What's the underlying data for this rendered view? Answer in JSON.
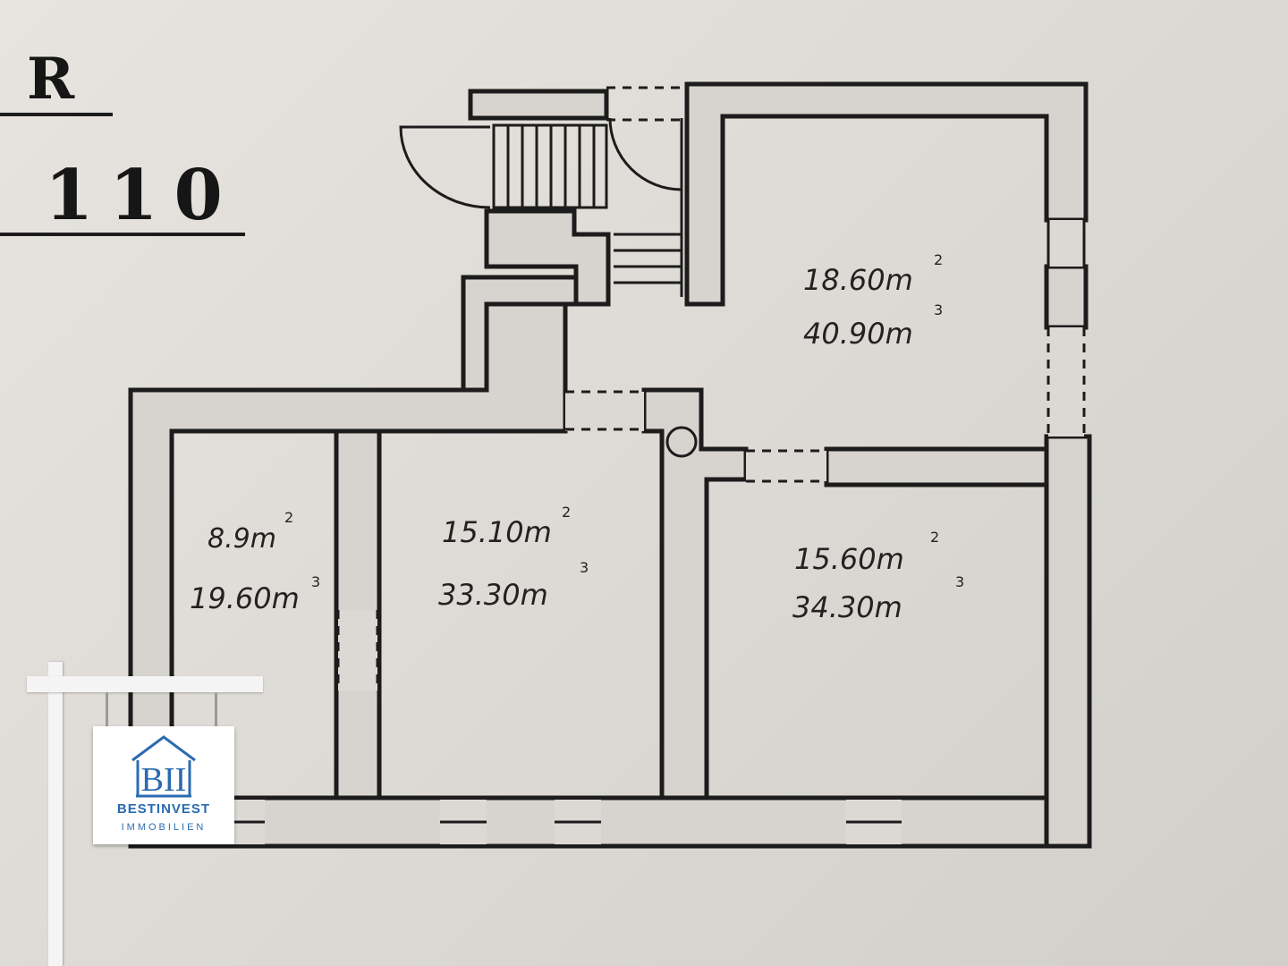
{
  "header": {
    "letter": "R",
    "number": "110"
  },
  "rooms": [
    {
      "id": "top-right",
      "area": "18.60m",
      "area_unit": "2",
      "volume": "40.90m",
      "volume_unit": "3"
    },
    {
      "id": "left",
      "area": "8.9m",
      "area_unit": "2",
      "volume": "19.60m",
      "volume_unit": "3"
    },
    {
      "id": "middle",
      "area": "15.10m",
      "area_unit": "2",
      "volume": "33.30m",
      "volume_unit": "3"
    },
    {
      "id": "bottom-right",
      "area": "15.60m",
      "area_unit": "2",
      "volume": "34.30m",
      "volume_unit": "3"
    }
  ],
  "sign": {
    "logo": "BII",
    "brand": "BESTINVEST",
    "sub": "IMMOBILIEN",
    "brand_color": "#2a6bb0"
  }
}
